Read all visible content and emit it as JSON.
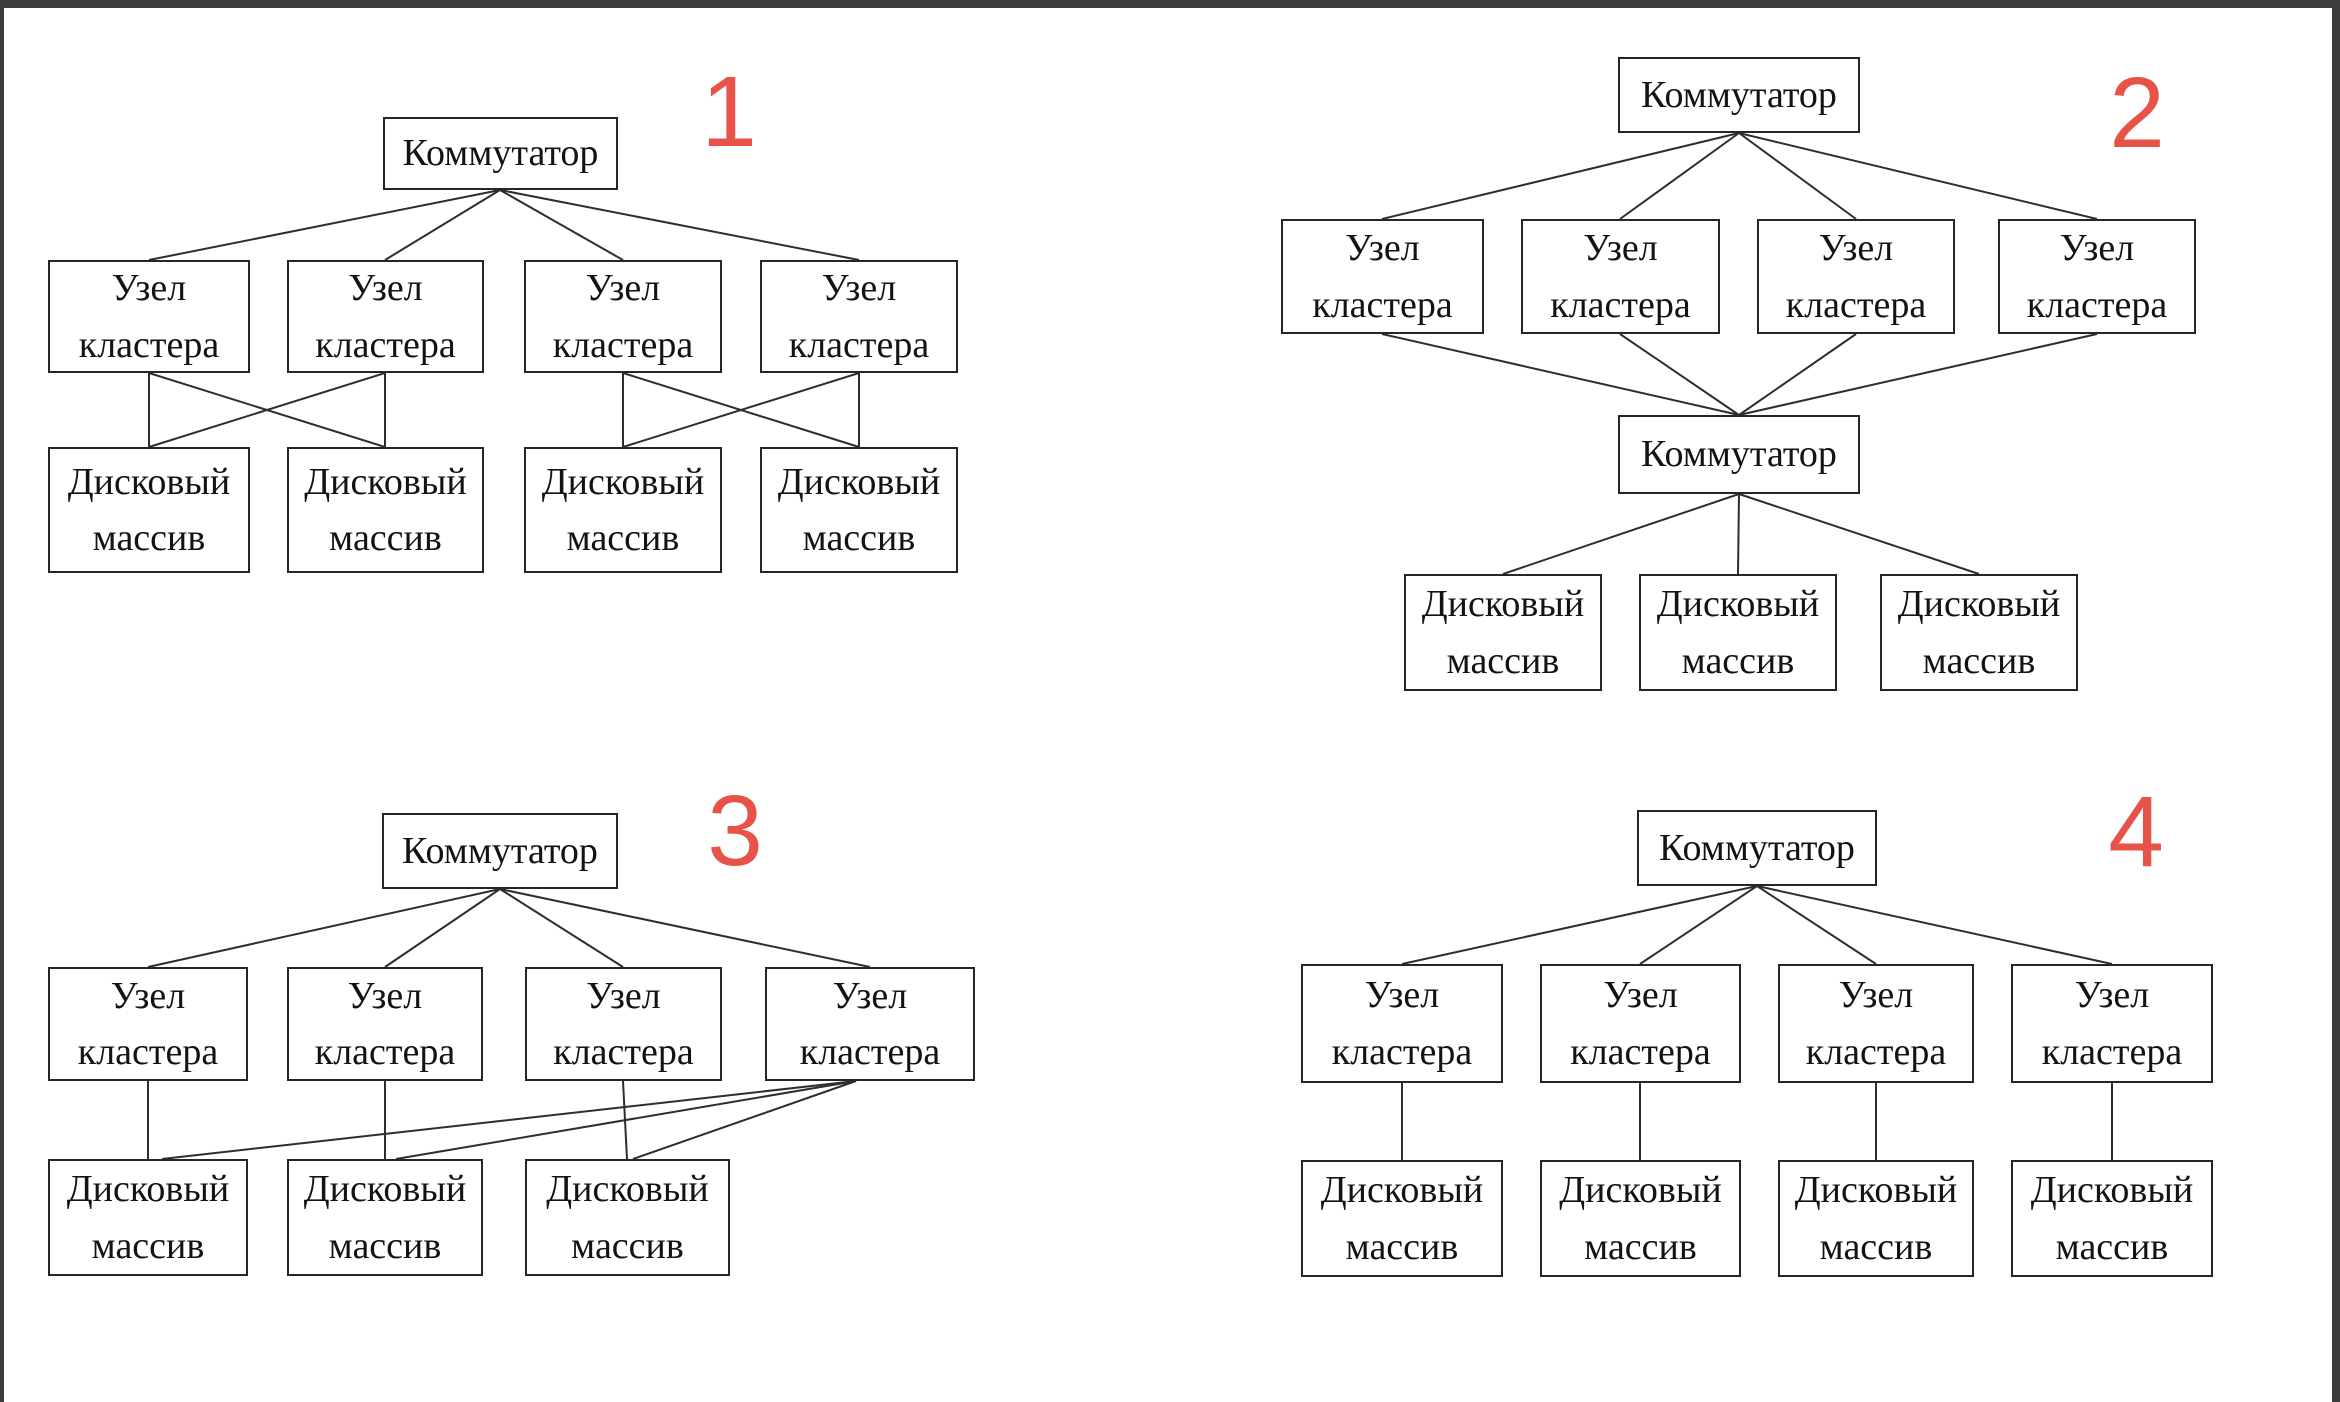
{
  "labels": {
    "switch": "Коммутатор",
    "node_line1": "Узел",
    "node_line2": "кластера",
    "disk_line1": "Дисковый",
    "disk_line2": "массив"
  },
  "numbers": [
    "1",
    "2",
    "3",
    "4"
  ],
  "colors": {
    "number": "#e85349",
    "box_border": "#262626",
    "connector_line": "#2e2e2e",
    "frame": "#3d3d3d",
    "background": "#ffffff",
    "text": "#131313"
  }
}
